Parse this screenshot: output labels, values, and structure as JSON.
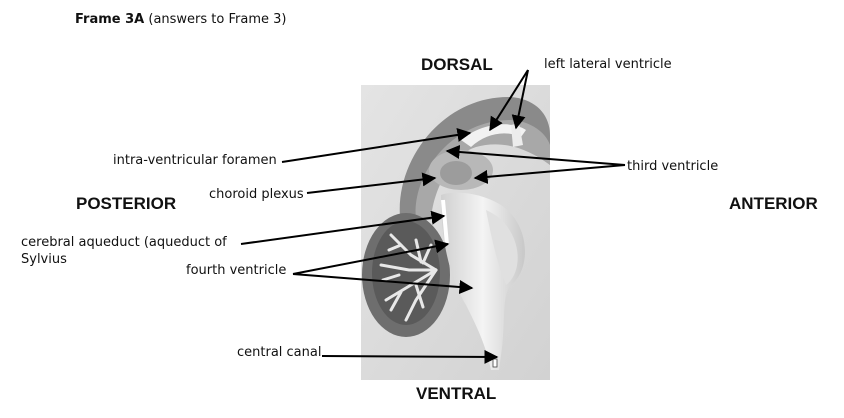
{
  "frame": {
    "title_bold": "Frame 3A",
    "title_rest": "(answers to Frame 3)"
  },
  "directions": {
    "dorsal": "DORSAL",
    "ventral": "VENTRAL",
    "posterior": "POSTERIOR",
    "anterior": "ANTERIOR"
  },
  "labels": {
    "left_lateral_ventricle": "left lateral ventricle",
    "intra_ventricular_foramen": "intra-ventricular foramen",
    "third_ventricle": "third ventricle",
    "choroid_plexus": "choroid plexus",
    "cerebral_aqueduct_line1": "cerebral aqueduct (aqueduct of",
    "cerebral_aqueduct_line2": "Sylvius",
    "fourth_ventricle": "fourth ventricle",
    "central_canal": "central canal"
  }
}
